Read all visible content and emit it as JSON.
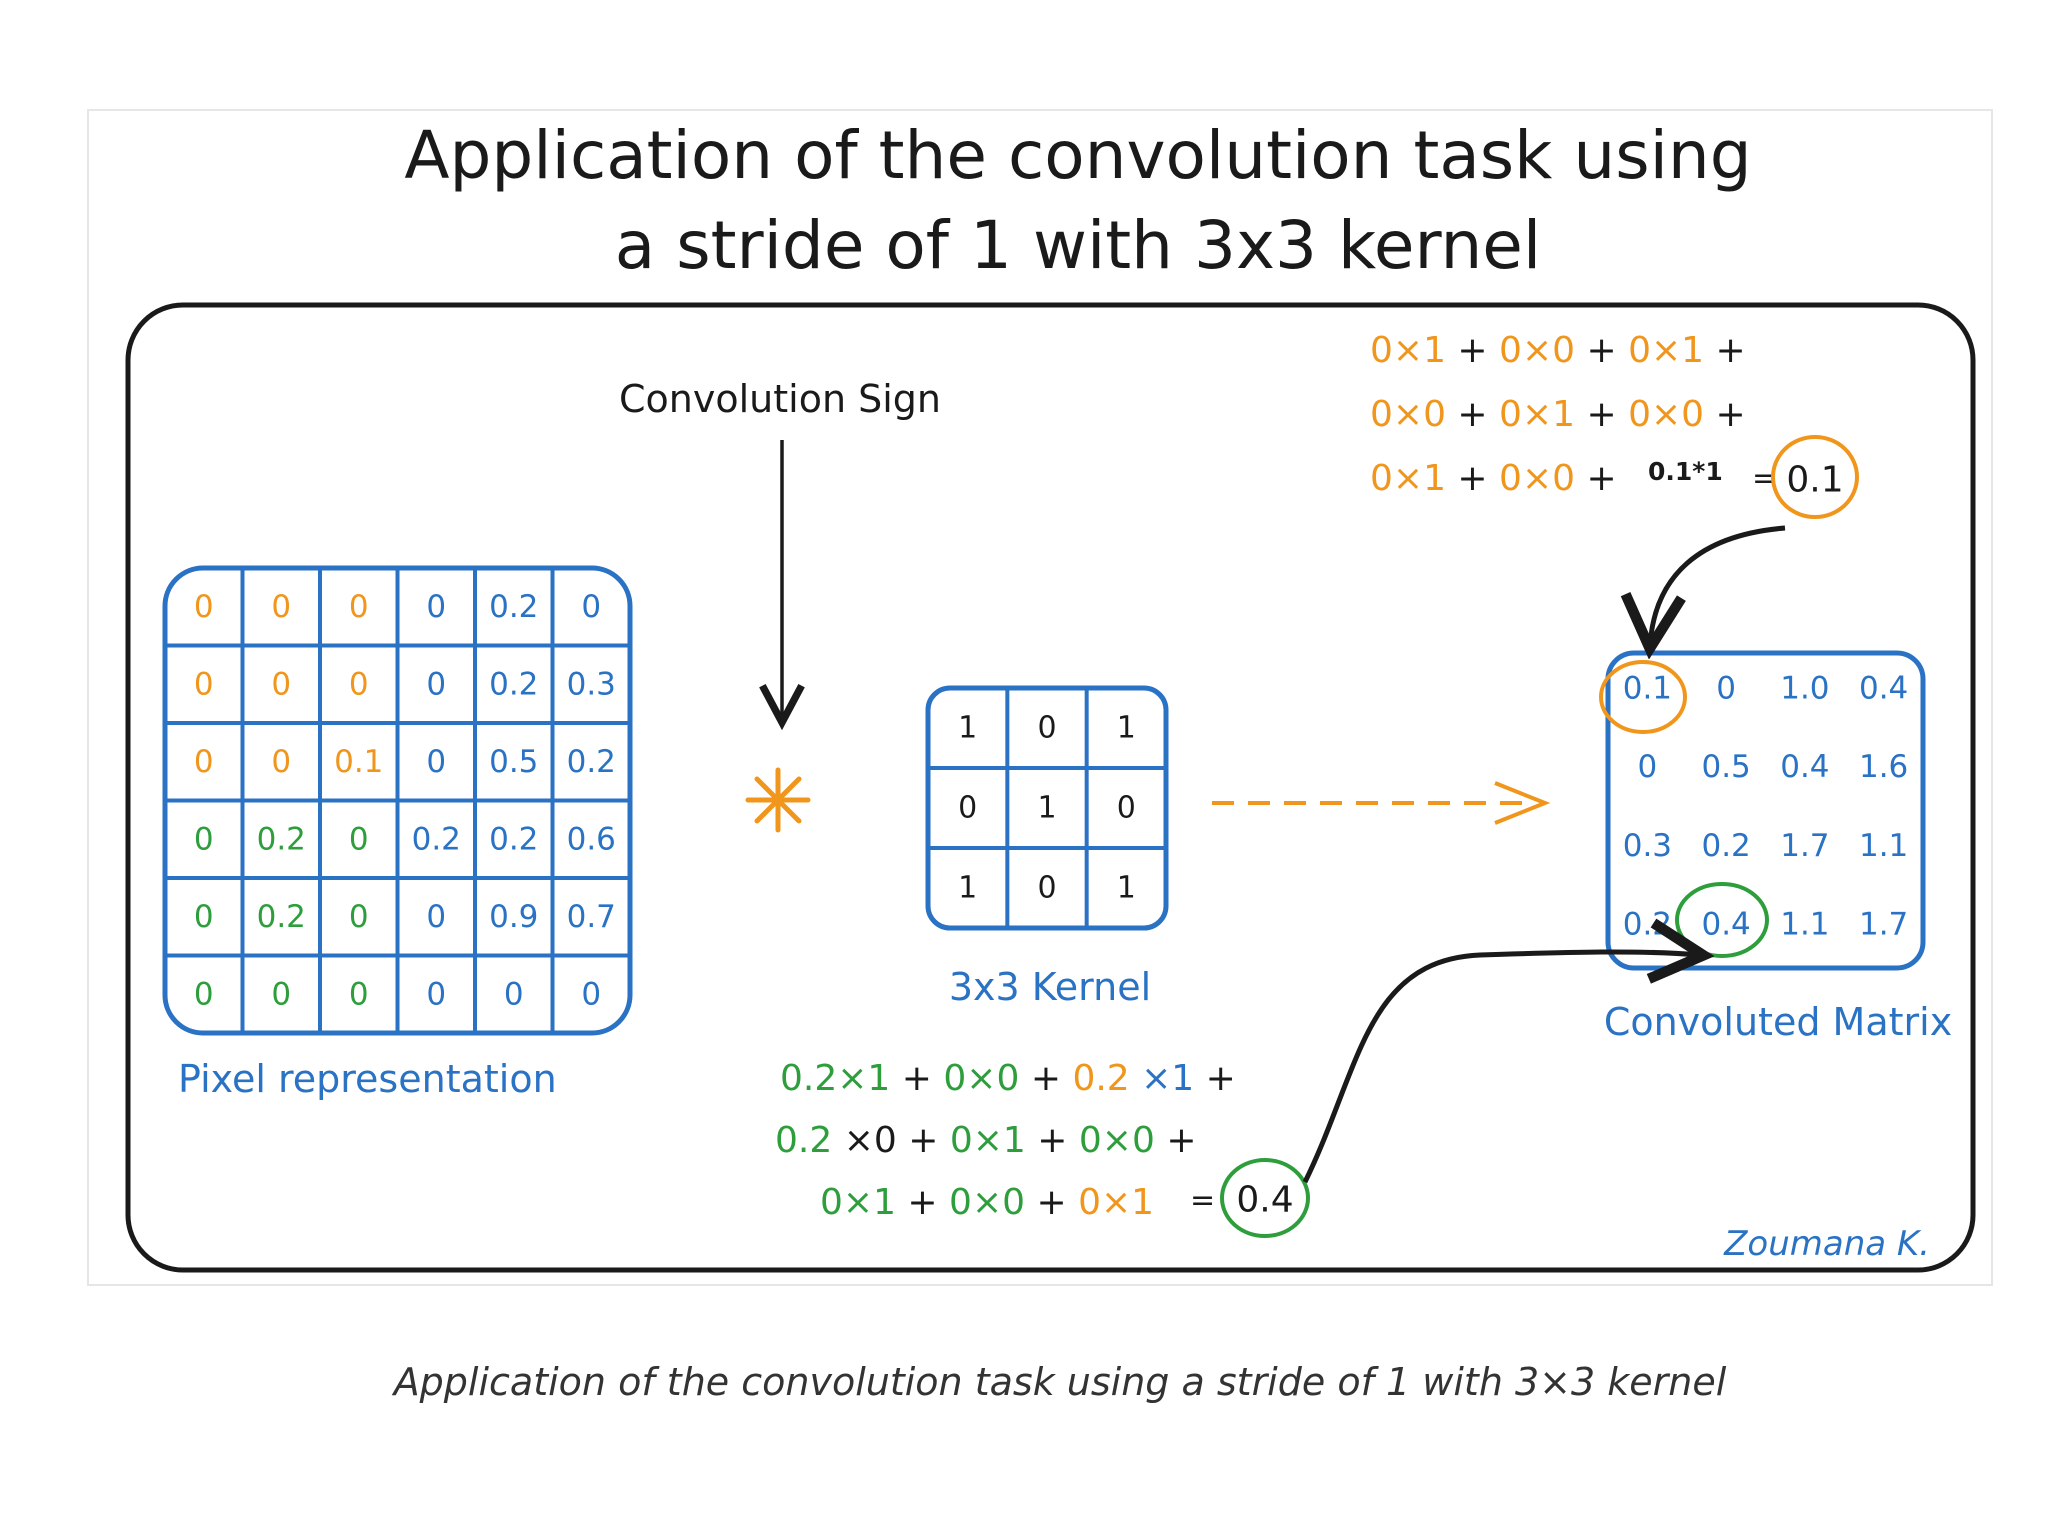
{
  "title": {
    "line1": "Application of the convolution task using",
    "line2": "a stride of 1 with 3x3 kernel"
  },
  "caption": "Application of the convolution task using a stride of 1 with 3×3 kernel",
  "labels": {
    "convolution_sign": "Convolution Sign",
    "pixel_representation": "Pixel representation",
    "kernel": "3x3 Kernel",
    "convoluted_matrix": "Convoluted Matrix",
    "author": "Zoumana K."
  },
  "colors": {
    "orange": "#f0961c",
    "green": "#2e9e3c",
    "blue": "#2a72c4",
    "ink": "#1a1a1a"
  },
  "convolution_symbol": "*",
  "pixel_matrix": [
    [
      "0",
      "0",
      "0",
      "0",
      "0.2",
      "0"
    ],
    [
      "0",
      "0",
      "0",
      "0",
      "0.2",
      "0.3"
    ],
    [
      "0",
      "0",
      "0.1",
      "0",
      "0.5",
      "0.2"
    ],
    [
      "0",
      "0.2",
      "0",
      "0.2",
      "0.2",
      "0.6"
    ],
    [
      "0",
      "0.2",
      "0",
      "0",
      "0.9",
      "0.7"
    ],
    [
      "0",
      "0",
      "0",
      "0",
      "0",
      "0"
    ]
  ],
  "pixel_matrix_colors": [
    [
      "orange",
      "orange",
      "orange",
      "blue",
      "blue",
      "blue"
    ],
    [
      "orange",
      "orange",
      "orange",
      "blue",
      "blue",
      "blue"
    ],
    [
      "orange",
      "orange",
      "orange",
      "blue",
      "blue",
      "blue"
    ],
    [
      "green",
      "green",
      "green",
      "blue",
      "blue",
      "blue"
    ],
    [
      "green",
      "green",
      "green",
      "blue",
      "blue",
      "blue"
    ],
    [
      "green",
      "green",
      "green",
      "blue",
      "blue",
      "blue"
    ]
  ],
  "kernel_matrix": [
    [
      "1",
      "0",
      "1"
    ],
    [
      "0",
      "1",
      "0"
    ],
    [
      "1",
      "0",
      "1"
    ]
  ],
  "output_matrix": [
    [
      "0.1",
      "0",
      "1.0",
      "0.4"
    ],
    [
      "0",
      "0.5",
      "0.4",
      "1.6"
    ],
    [
      "0.3",
      "0.2",
      "1.7",
      "1.1"
    ],
    [
      "0.2",
      "0.4",
      "1.1",
      "1.7"
    ]
  ],
  "equation_top": {
    "rows": [
      [
        {
          "t": "0×1",
          "c": "orange"
        },
        {
          "t": " + ",
          "c": "ink"
        },
        {
          "t": "0×0",
          "c": "orange"
        },
        {
          "t": " + ",
          "c": "ink"
        },
        {
          "t": "0×1",
          "c": "orange"
        },
        {
          "t": " +",
          "c": "ink"
        }
      ],
      [
        {
          "t": "0×0",
          "c": "orange"
        },
        {
          "t": " + ",
          "c": "ink"
        },
        {
          "t": "0×1",
          "c": "orange"
        },
        {
          "t": " + ",
          "c": "ink"
        },
        {
          "t": "0×0",
          "c": "orange"
        },
        {
          "t": " +",
          "c": "ink"
        }
      ],
      [
        {
          "t": "0×1",
          "c": "orange"
        },
        {
          "t": " + ",
          "c": "ink"
        },
        {
          "t": "0×0",
          "c": "orange"
        },
        {
          "t": " + ",
          "c": "ink"
        }
      ]
    ],
    "extra_term": "0.1*1",
    "equals": "=",
    "result": "0.1"
  },
  "equation_bottom": {
    "rows": [
      [
        {
          "t": "0.2×1",
          "c": "green"
        },
        {
          "t": " + ",
          "c": "ink"
        },
        {
          "t": "0×0",
          "c": "green"
        },
        {
          "t": " + ",
          "c": "ink"
        },
        {
          "t": "0.2",
          "c": "orange"
        },
        {
          "t": " ×1",
          "c": "blue"
        },
        {
          "t": " +",
          "c": "ink"
        }
      ],
      [
        {
          "t": "0.2",
          "c": "green"
        },
        {
          "t": " ×0",
          "c": "ink"
        },
        {
          "t": " + ",
          "c": "ink"
        },
        {
          "t": "0×1",
          "c": "green"
        },
        {
          "t": " + ",
          "c": "ink"
        },
        {
          "t": "0×0",
          "c": "green"
        },
        {
          "t": " +",
          "c": "ink"
        }
      ],
      [
        {
          "t": "0×1",
          "c": "green"
        },
        {
          "t": " + ",
          "c": "ink"
        },
        {
          "t": "0×0",
          "c": "green"
        },
        {
          "t": " + ",
          "c": "ink"
        },
        {
          "t": "0×1",
          "c": "orange"
        }
      ]
    ],
    "equals": "=",
    "result": "0.4"
  }
}
